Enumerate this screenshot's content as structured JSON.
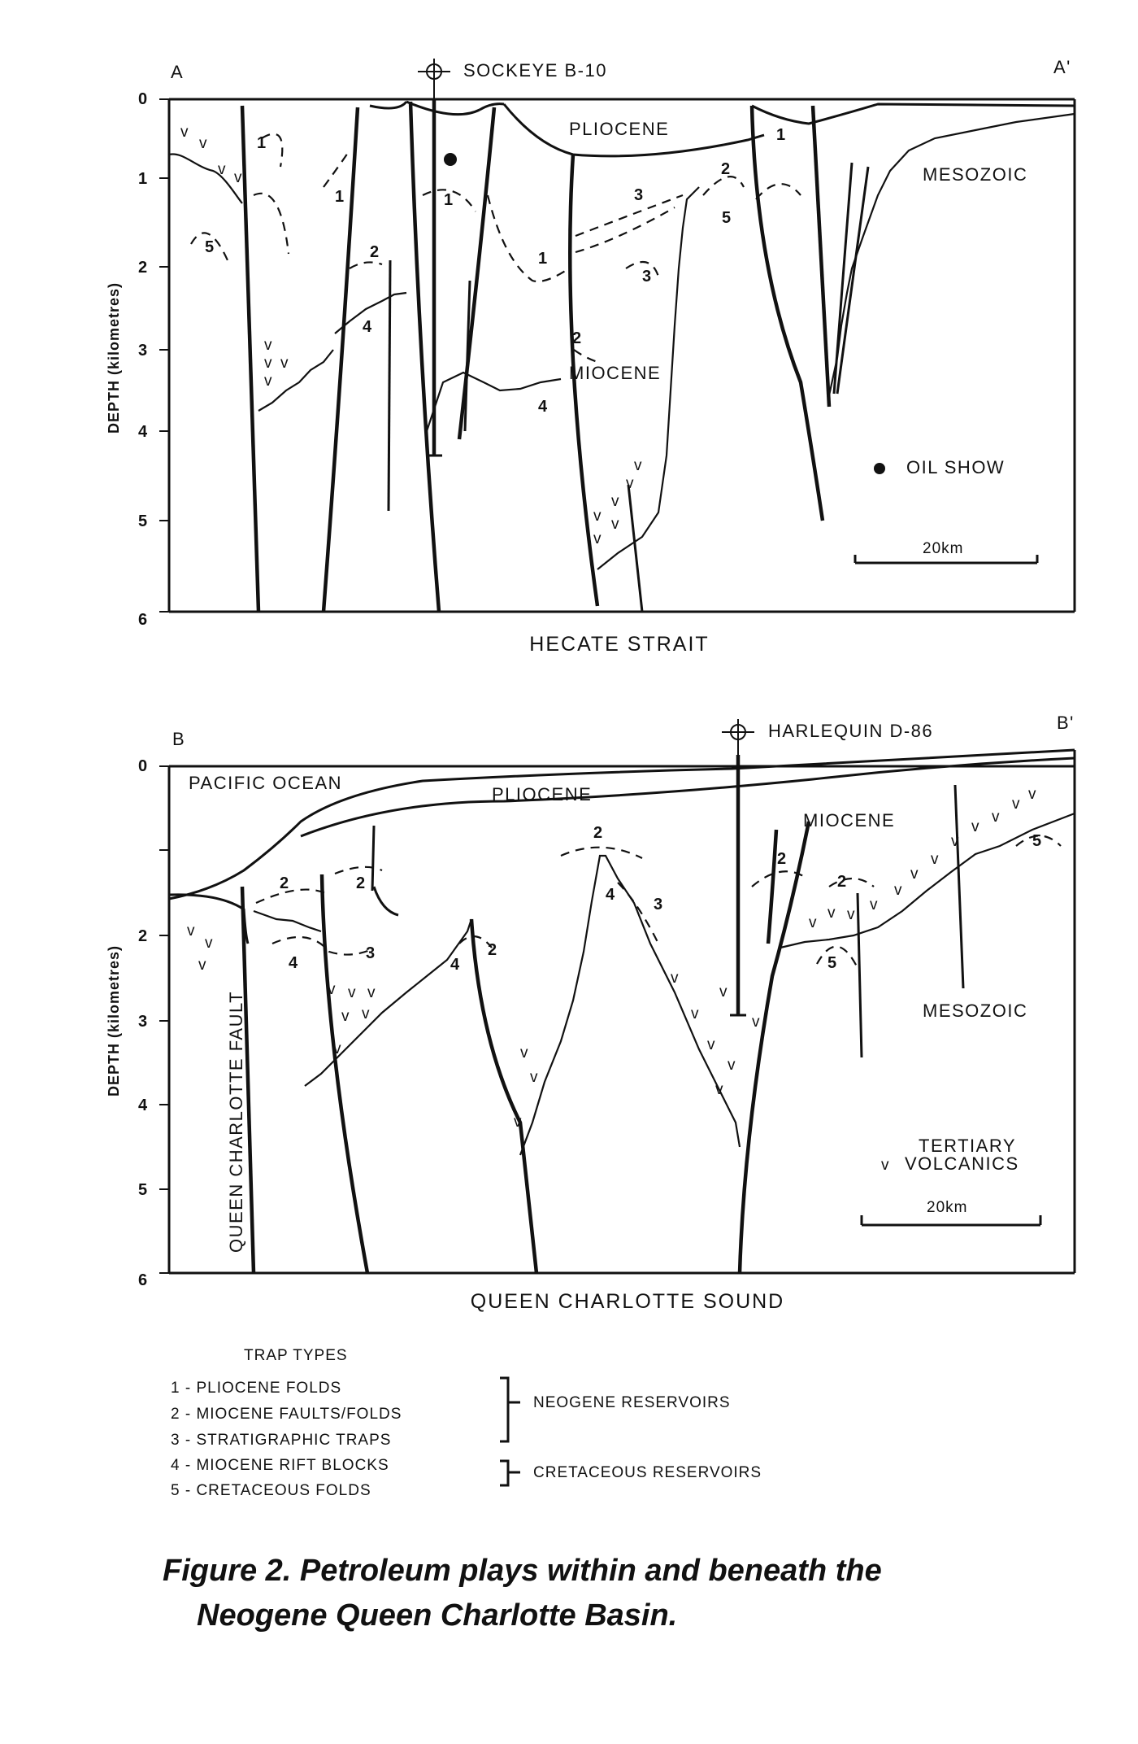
{
  "section_a": {
    "label_left": "A",
    "label_right": "A'",
    "well": "SOCKEYE B-10",
    "depth_ticks": [
      "0",
      "1",
      "2",
      "3",
      "4",
      "5",
      "6"
    ],
    "axis_label": "DEPTH (kilometres)",
    "units": [
      "PLIOCENE",
      "MIOCENE",
      "MESOZOIC"
    ],
    "legend_oil_show": "OIL SHOW",
    "scale": "20km",
    "title": "HECATE STRAIT",
    "trap_labels": [
      "1",
      "1",
      "1",
      "1",
      "1",
      "2",
      "2",
      "2",
      "3",
      "3",
      "4",
      "4",
      "5",
      "5"
    ]
  },
  "section_b": {
    "label_left": "B",
    "label_right": "B'",
    "well": "HARLEQUIN D-86",
    "depth_ticks": [
      "0",
      "2",
      "3",
      "4",
      "5",
      "6"
    ],
    "axis_label": "DEPTH (kilometres)",
    "units": [
      "PACIFIC OCEAN",
      "PLIOCENE",
      "MIOCENE",
      "MESOZOIC"
    ],
    "fault_label": "QUEEN CHARLOTTE FAULT",
    "legend_volcanics_1": "TERTIARY",
    "legend_volcanics_2": "VOLCANICS",
    "volcanic_symbol": "v",
    "scale": "20km",
    "title": "QUEEN CHARLOTTE SOUND",
    "trap_labels": [
      "2",
      "2",
      "2",
      "2",
      "2",
      "2",
      "3",
      "3",
      "4",
      "4",
      "4",
      "5",
      "5"
    ]
  },
  "legend": {
    "heading": "TRAP TYPES",
    "items": [
      "1 - PLIOCENE FOLDS",
      "2 - MIOCENE FAULTS/FOLDS",
      "3 - STRATIGRAPHIC TRAPS",
      "4 - MIOCENE RIFT BLOCKS",
      "5 - CRETACEOUS FOLDS"
    ],
    "groups": [
      "NEOGENE RESERVOIRS",
      "CRETACEOUS RESERVOIRS"
    ]
  },
  "caption": {
    "line1": "Figure 2. Petroleum plays within and beneath the",
    "line2": "Neogene Queen Charlotte Basin."
  }
}
